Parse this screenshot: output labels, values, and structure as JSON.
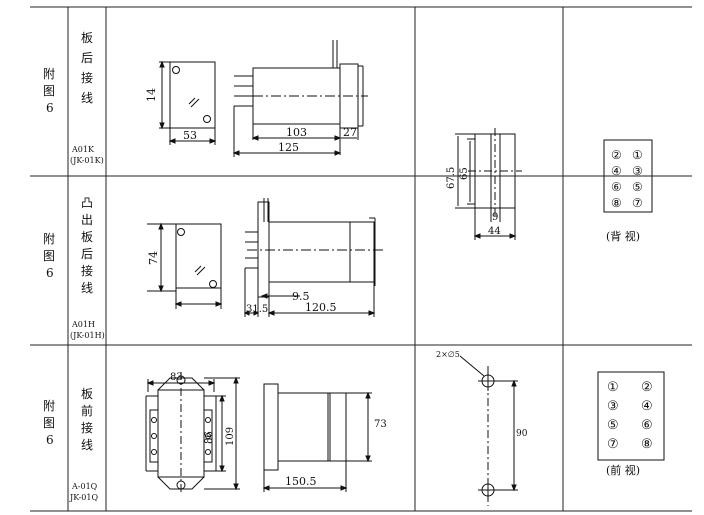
{
  "rows": [
    {
      "fig": [
        "附",
        "图",
        "6"
      ],
      "name": [
        "板",
        "后",
        "接",
        "线"
      ],
      "model": [
        "A01K",
        "(JK-01K)"
      ],
      "dims": {
        "height": "14",
        "width": "53",
        "body": "103",
        "front": "27",
        "total": "125"
      },
      "mount": {
        "height": "67.5",
        "inner": "65",
        "slot": "9",
        "width": "44"
      },
      "terminals": {
        "labels": [
          "②",
          "①",
          "④",
          "③",
          "⑥",
          "⑤",
          "⑧",
          "⑦"
        ],
        "caption": "(背 视)"
      }
    },
    {
      "fig": [
        "附",
        "图",
        "6"
      ],
      "name": [
        "凸",
        "出",
        "板",
        "后",
        "接",
        "线"
      ],
      "model": [
        "A01H",
        "(JK-01H)"
      ],
      "dims": {
        "height": "74",
        "offset": "9.5",
        "base": "31.5",
        "total": "120.5"
      }
    },
    {
      "fig": [
        "附",
        "图",
        "6"
      ],
      "name": [
        "板",
        "前",
        "接",
        "线"
      ],
      "model": [
        "A-01Q",
        "JK-01Q"
      ],
      "dims": {
        "width": "83",
        "inner": "86",
        "height": "109",
        "side": "73",
        "depth": "150.5"
      },
      "mount": {
        "holes": "2×∅5",
        "spacing": "90"
      },
      "terminals": {
        "labels": [
          "①",
          "②",
          "③",
          "④",
          "⑤",
          "⑥",
          "⑦",
          "⑧"
        ],
        "caption": "(前 视)"
      }
    }
  ]
}
